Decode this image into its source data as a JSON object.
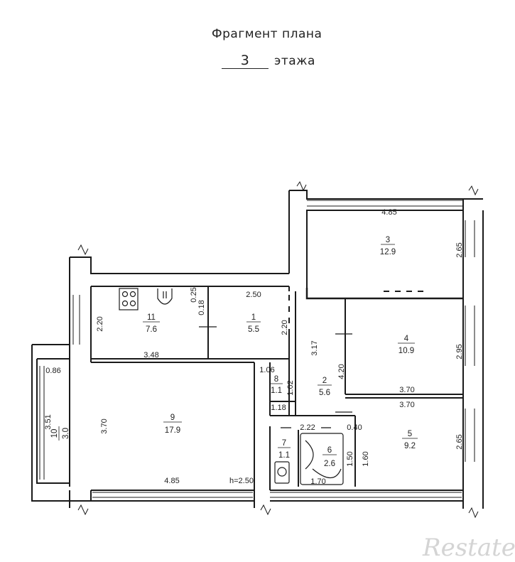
{
  "title": {
    "line1": "Фрагмент плана",
    "floor_number": "3",
    "floor_word": "этажа"
  },
  "rooms": [
    {
      "id": "1",
      "area": "5.5"
    },
    {
      "id": "2",
      "area": "5.6"
    },
    {
      "id": "3",
      "area": "12.9"
    },
    {
      "id": "4",
      "area": "10.9"
    },
    {
      "id": "5",
      "area": "9.2"
    },
    {
      "id": "6",
      "area": "2.6"
    },
    {
      "id": "7",
      "area": "1.1"
    },
    {
      "id": "8",
      "area": "1.1"
    },
    {
      "id": "9",
      "area": "17.9"
    },
    {
      "id": "10",
      "area": "3.0"
    },
    {
      "id": "11",
      "area": "7.6"
    }
  ],
  "dimensions": {
    "r3_top": "4.85",
    "r3_side": "2.65",
    "r1_top": "2.50",
    "r1_side": "2.20",
    "r11_side": "2.20",
    "r11_bottom": "3.48",
    "r11_shaft_a": "0.25",
    "r11_shaft_b": "0.18",
    "r4_side": "2.95",
    "r4_bottom": "3.70",
    "r5_top": "3.70",
    "r5_side": "2.65",
    "r2_side": "3.17",
    "r2_side_b": "4.20",
    "r8_top": "1.06",
    "r8_side": "1.02",
    "r8_bottom": "1.18",
    "r6_top": "2.22",
    "r6_side_a": "1.50",
    "r6_side_b": "1.60",
    "r6_bottom": "1.70",
    "r2_gap": "0.40",
    "r9_side": "3.70",
    "r9_bottom": "4.85",
    "ceiling_height": "h=2.50",
    "r10_width": "0.86",
    "r10_side": "3.51"
  },
  "watermark": "Restate"
}
